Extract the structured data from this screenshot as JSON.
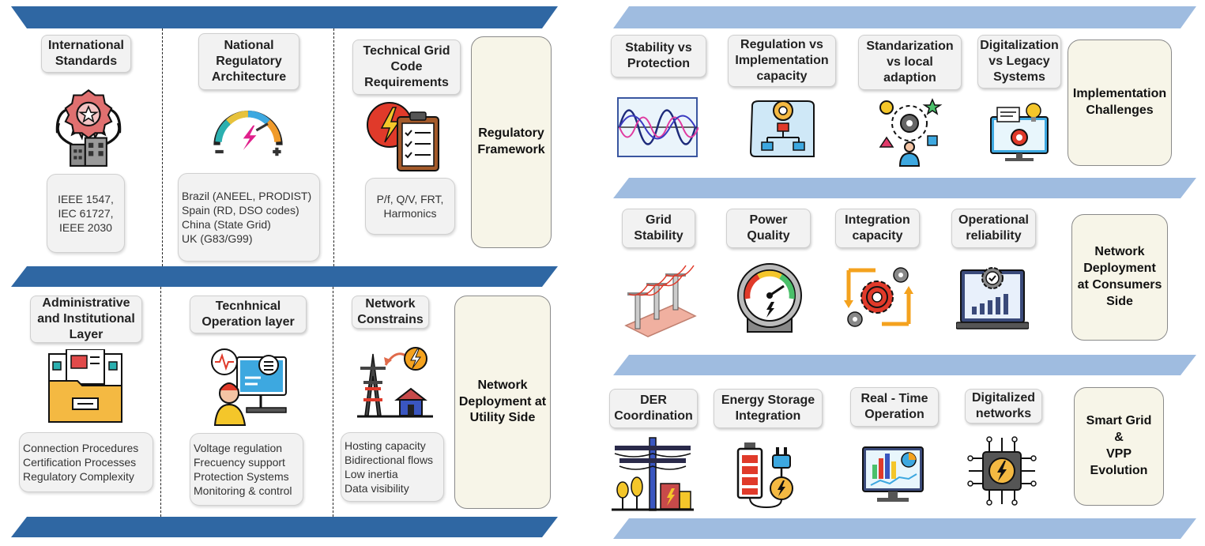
{
  "left_panel": {
    "sections": [
      {
        "category": "Regulatory\nFramework",
        "items": [
          {
            "label": "International\nStandards",
            "icon": "award-building-icon",
            "details": "IEEE 1547,\nIEC 61727,\nIEEE 2030"
          },
          {
            "label": "National\nRegulatory\nArchitecture",
            "icon": "gauge-bolt-icon",
            "details": "Brazil (ANEEL, PRODIST)\nSpain (RD, DSO codes)\nChina (State Grid)\nUK (G83/G99)"
          },
          {
            "label": "Technical Grid\nCode\nRequirements",
            "icon": "clipboard-bolt-icon",
            "details": "P/f, Q/V, FRT,\nHarmonics"
          }
        ]
      },
      {
        "category": "Network\nDeployment at\nUtility Side",
        "items": [
          {
            "label": "Administrative\nand Institutional\nLayer",
            "icon": "folder-documents-icon",
            "details": "Connection Procedures\nCertification Processes\nRegulatory Complexity"
          },
          {
            "label": "Tecnhnical\nOperation layer",
            "icon": "operator-monitor-icon",
            "details": "Voltage regulation\nFrecuency support\nProtection Systems\nMonitoring & control"
          },
          {
            "label": "Network\nConstrains",
            "icon": "transmission-tower-icon",
            "details": "Hosting capacity\nBidirectional flows\nLow inertia\nData visibility"
          }
        ]
      }
    ]
  },
  "right_panel": {
    "rows": [
      {
        "category": "Implementation\nChallenges",
        "items": [
          {
            "label": "Stability vs\nProtection",
            "icon": "sine-wave-icon"
          },
          {
            "label": "Regulation vs\nImplementation\ncapacity",
            "icon": "blueprint-gear-icon"
          },
          {
            "label": "Standarization\nvs local\nadaption",
            "icon": "person-gear-network-icon"
          },
          {
            "label": "Digitalization\nvs Legacy\nSystems",
            "icon": "monitor-gear-icon"
          }
        ]
      },
      {
        "category": "Network\nDeployment\nat Consumers\nSide",
        "items": [
          {
            "label": "Grid\nStability",
            "icon": "power-lines-icon"
          },
          {
            "label": "Power\nQuality",
            "icon": "power-meter-icon"
          },
          {
            "label": "Integration\ncapacity",
            "icon": "gears-arrows-icon"
          },
          {
            "label": "Operational\nreliability",
            "icon": "laptop-chart-icon"
          }
        ]
      },
      {
        "category": "Smart Grid\n&\nVPP\nEvolution",
        "items": [
          {
            "label": "DER\nCoordination",
            "icon": "grid-pole-icon"
          },
          {
            "label": "Energy Storage\nIntegration",
            "icon": "battery-plug-icon"
          },
          {
            "label": "Real - Time\nOperation",
            "icon": "dashboard-monitor-icon"
          },
          {
            "label": "Digitalized\nnetworks",
            "icon": "circuit-chip-bolt-icon"
          }
        ]
      }
    ]
  }
}
